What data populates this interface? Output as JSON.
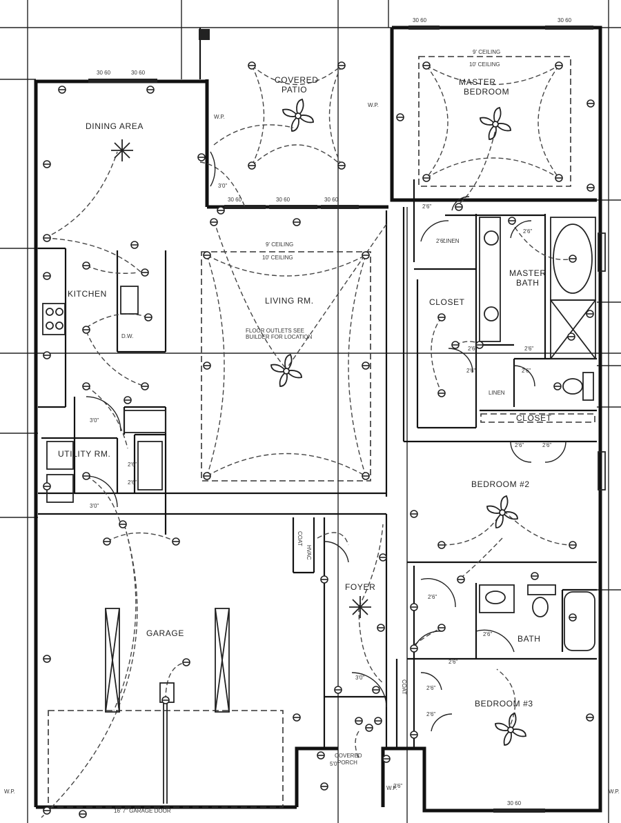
{
  "rooms": {
    "dining": "DINING AREA",
    "patio": "COVERED\nPATIO",
    "master_ceiling_1": "9' CEILING",
    "master_ceiling_2": "10' CEILING",
    "master_bedroom": "MASTER\nBEDROOM",
    "living_ceiling_1": "9' CEILING",
    "living_ceiling_2": "10' CEILING",
    "living": "LIVING RM.",
    "floor_outlet_note": "FLOOR OUTLETS SEE\nBUILDER FOR LOCATION",
    "kitchen": "KITCHEN",
    "closet": "CLOSET",
    "master_bath": "MASTER\nBATH",
    "linen_1": "LINEN",
    "linen_2": "LINEN",
    "closet_2": "CLOSET",
    "utility": "UTILITY RM.",
    "bedroom_2": "BEDROOM #2",
    "foyer": "FOYER",
    "garage": "GARAGE",
    "bath": "BATH",
    "bedroom_3": "BEDROOM #3",
    "covered_porch": "COVERED\nPORCH",
    "coat_1": "COAT",
    "coat_2": "COAT",
    "hvac": "HVAC",
    "dw": "D.W.",
    "wp_1": "W.P.",
    "wp_2": "W.P.",
    "wp_3": "W.P.",
    "garage_door": "16' 7\" GARAGE DOOR",
    "edge_left": "W.P.",
    "edge_right": "W.P."
  },
  "door_sizes": {
    "d1": "3'0\"",
    "d2": "2'6\"",
    "d3": "2'6\"",
    "d4": "2'6\"",
    "d5": "2'6\"",
    "d6": "2'6\"",
    "d7": "2'6\"",
    "d8": "2'6\"",
    "d9": "2'6\"",
    "d10": "3'0\"",
    "d11": "2'6\"",
    "d12": "3'0\"",
    "d13": "2'6\"",
    "d14": "2'6\"",
    "d15": "2'6\"",
    "d16": "2'6\"",
    "d17": "2'6\"",
    "d18": "3'0\"",
    "d19": "2'6\"",
    "d20": "2'6\"",
    "d21": "5'0\"",
    "d22": "2'6\""
  },
  "window_sizes": {
    "w1": "30 60",
    "w2": "30 60",
    "w3": "30 60",
    "w4": "30 60",
    "w5": "30 60",
    "w6": "30 60",
    "w7": "30 60",
    "w8": "30 60"
  }
}
